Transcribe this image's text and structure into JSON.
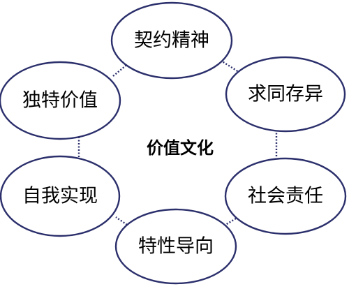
{
  "center": {
    "label": "价值文化"
  },
  "nodes": [
    {
      "id": "qiyue",
      "label": "契约精神"
    },
    {
      "id": "qiutong",
      "label": "求同存异"
    },
    {
      "id": "shehui",
      "label": "社会责任"
    },
    {
      "id": "texing",
      "label": "特性导向"
    },
    {
      "id": "ziwo",
      "label": "自我实现"
    },
    {
      "id": "duite",
      "label": "独特价值"
    }
  ],
  "colors": {
    "ellipse_stroke": "#2b2f6b",
    "connector": "#2b2f6b",
    "text": "#000000",
    "background": "#ffffff"
  }
}
